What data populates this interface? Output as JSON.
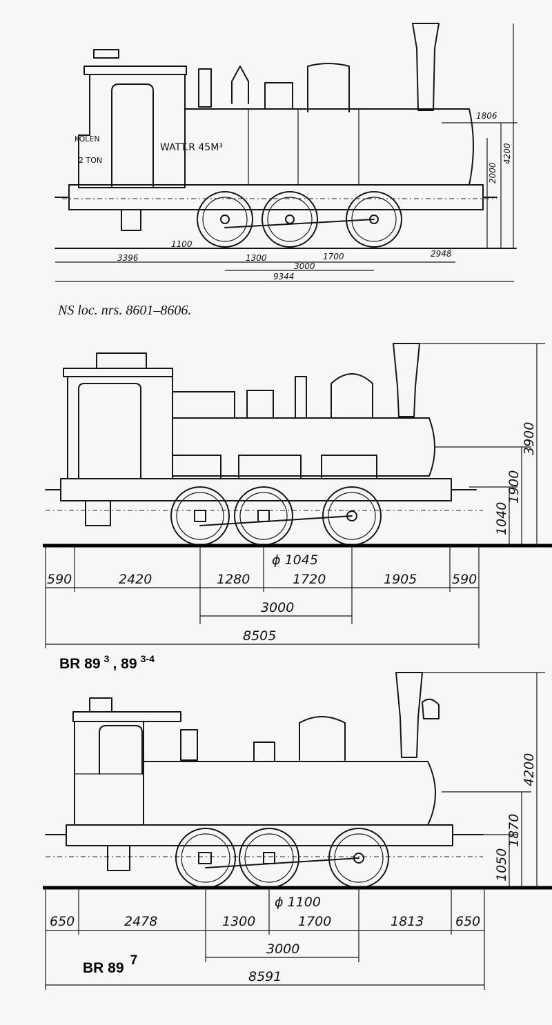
{
  "drawings": [
    {
      "caption": "NS loc. nrs. 8601–8606.",
      "labels": {
        "coal": "KOLEN",
        "coal_amount": "2 TON",
        "water": "WATT.R 45M³"
      },
      "dimensions": {
        "heights": [
          "1806",
          "2000",
          "4200"
        ],
        "wheel": "1100",
        "horizontal": [
          "3396",
          "1300",
          "1700",
          "2948"
        ],
        "wheelbase": "3000",
        "overall": "9344"
      }
    },
    {
      "caption": {
        "base": "BR 89",
        "sup1": "3",
        "sep": ", 89",
        "sup2": "3-4"
      },
      "dimensions": {
        "heights": [
          "3900",
          "1900",
          "1040"
        ],
        "wheel": "ϕ 1045",
        "horizontal": [
          "590",
          "2420",
          "1280",
          "1720",
          "1905",
          "590"
        ],
        "wheelbase": "3000",
        "overall": "8505"
      }
    },
    {
      "caption": {
        "base": "BR 89",
        "sup": "7"
      },
      "dimensions": {
        "heights": [
          "4200",
          "1870",
          "1050"
        ],
        "wheel": "ϕ 1100",
        "horizontal": [
          "650",
          "2478",
          "1300",
          "1700",
          "1813",
          "650"
        ],
        "wheelbase": "3000",
        "overall": "8591"
      }
    }
  ]
}
